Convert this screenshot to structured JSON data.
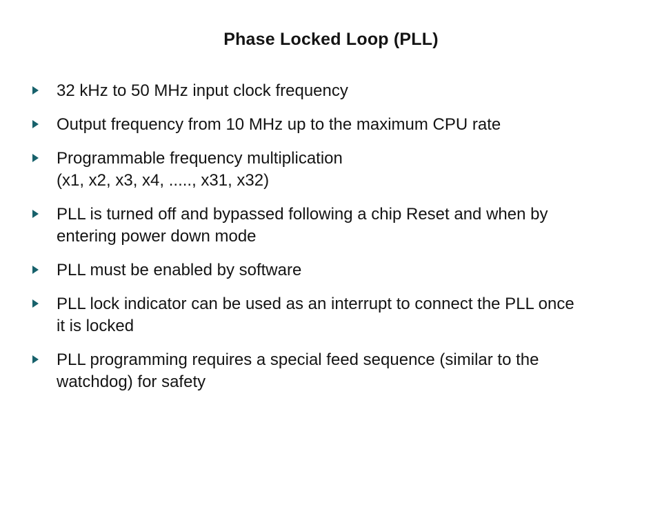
{
  "slide": {
    "title": "Phase Locked Loop (PLL)",
    "bullets": [
      {
        "lines": [
          "32 kHz to 50 MHz input clock frequency"
        ]
      },
      {
        "lines": [
          "Output frequency from 10 MHz up to the maximum CPU rate"
        ]
      },
      {
        "lines": [
          "Programmable frequency multiplication",
          "(x1, x2, x3, x4, ....., x31, x32)"
        ]
      },
      {
        "lines": [
          "PLL is turned off and bypassed following a chip Reset and when by",
          "entering power down mode"
        ]
      },
      {
        "lines": [
          "PLL must be enabled by software"
        ]
      },
      {
        "lines": [
          "PLL lock indicator can be used as an interrupt to connect the PLL once",
          "it is locked"
        ]
      },
      {
        "lines": [
          "PLL programming requires a special feed sequence (similar to the",
          "watchdog) for safety"
        ]
      }
    ],
    "colors": {
      "background": "#ffffff",
      "text": "#141414",
      "bullet_arrow": "#17616b"
    }
  }
}
